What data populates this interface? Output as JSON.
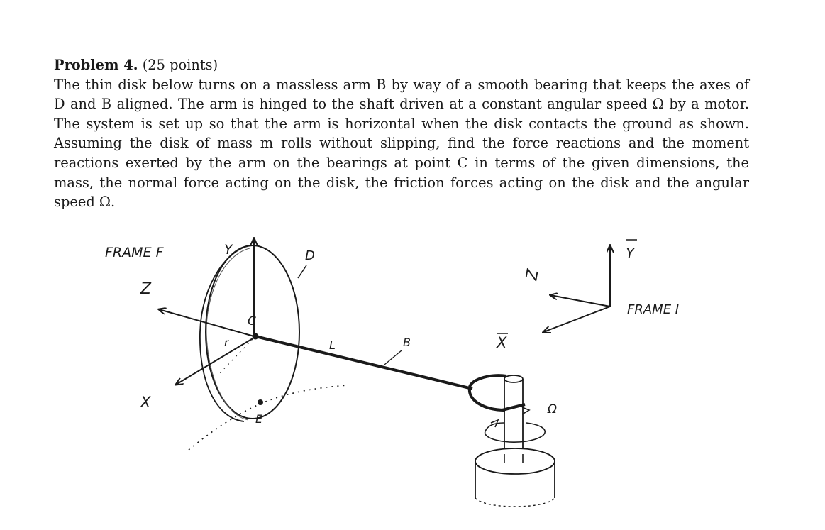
{
  "problem": {
    "number_label": "Problem 4.",
    "points_label": "(25 points)",
    "body": "The thin disk below turns on a massless arm B by way of a smooth bearing that keeps the axes of D and B aligned. The arm is hinged to the shaft driven at a constant angular speed Ω by a motor. The system is set up so that the arm is horizontal when the disk contacts the ground as shown. Assuming the disk of mass m rolls without slipping, find the force reactions and the moment reactions exerted by the arm on the bearings at point C in terms of the given dimensions, the mass, the normal force acting on the disk, the friction forces acting on the disk and the angular speed Ω."
  },
  "figure": {
    "frame_f_label": "FRAME F",
    "frame_i_label": "FRAME I",
    "y_axis_label": "Y",
    "z_axis_label": "Z",
    "x_axis_label": "X",
    "disk_label": "D",
    "center_label": "C",
    "radius_label": "r",
    "length_label": "L",
    "arm_label": "B",
    "contact_label": "E",
    "omega_label": "Ω",
    "inertial_x_label": "X",
    "inertial_y_label": "Y",
    "inertial_z_label": "Z"
  },
  "colors": {
    "ink": "#1a1a1a"
  }
}
